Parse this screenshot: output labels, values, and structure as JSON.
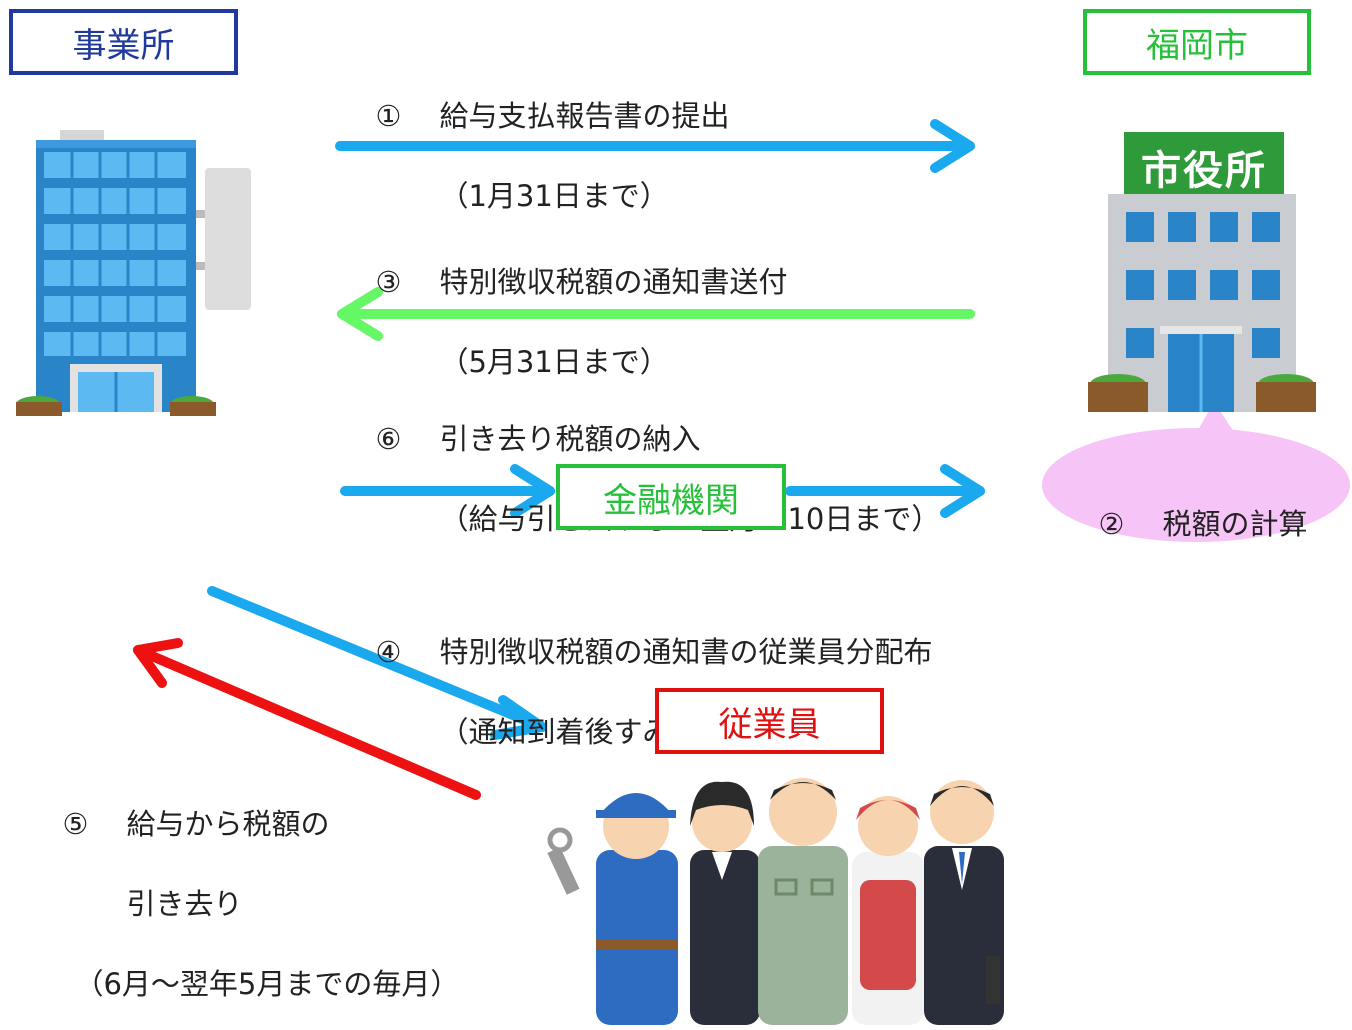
{
  "entities": {
    "office": "事業所",
    "city": "福岡市",
    "bank": "金融機関",
    "employees": "従業員",
    "city_hall_sign": "市役所"
  },
  "steps": {
    "s1": {
      "num": "①",
      "title": "給与支払報告書の提出",
      "note": "（1月31日まで）"
    },
    "s2": {
      "num": "②",
      "title": "税額の計算"
    },
    "s3": {
      "num": "③",
      "title": "特別徴収税額の通知書送付",
      "note": "（5月31日まで）"
    },
    "s4": {
      "num": "④",
      "title": "特別徴収税額の通知書の従業員分配布",
      "note": "（通知到着後すみやかに）"
    },
    "s5": {
      "num": "⑤",
      "title": "給与から税額の",
      "title2": "引き去り",
      "note": "（6月～翌年5月までの毎月）"
    },
    "s6": {
      "num": "⑥",
      "title": "引き去り税額の納入",
      "note": "（給与引き去りした翌月の10日まで）"
    }
  },
  "colors": {
    "office_border": "#1f3a9c",
    "city_border": "#27c03a",
    "bank_border": "#27c03a",
    "employees_border": "#e01010",
    "arrow_blue": "#1aa8ee",
    "arrow_green": "#66f766",
    "arrow_red": "#ee1111",
    "bubble": "#f6c4f6"
  }
}
